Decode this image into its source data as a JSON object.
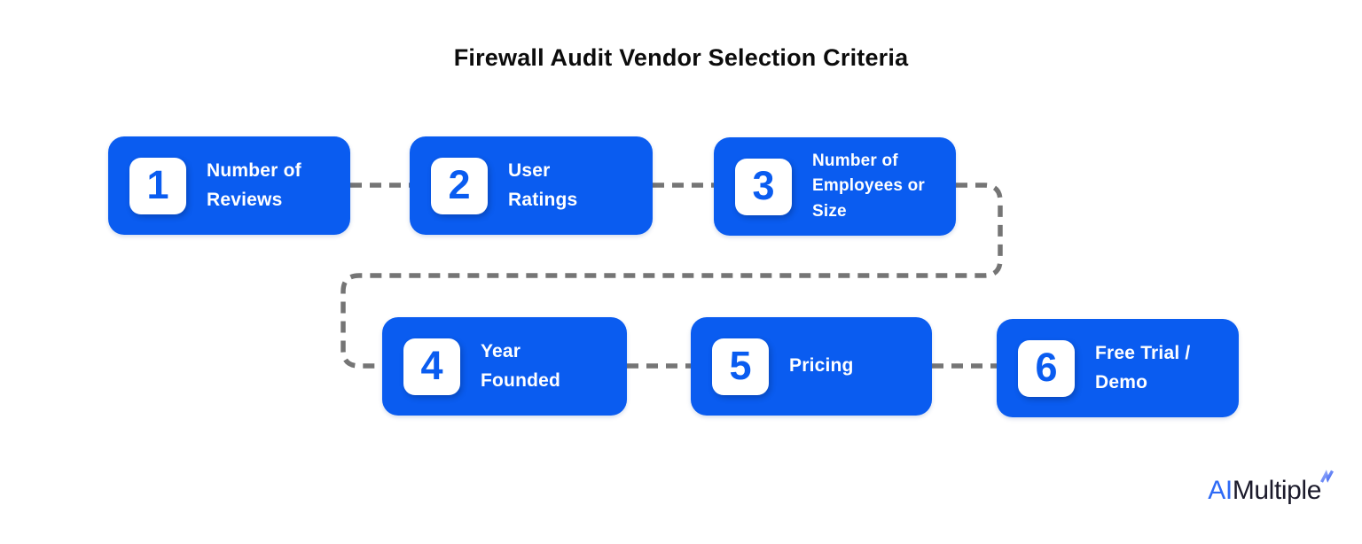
{
  "title": "Firewall Audit Vendor Selection Criteria",
  "steps": [
    {
      "number": "1",
      "label": "Number of\nReviews"
    },
    {
      "number": "2",
      "label": "User\nRatings"
    },
    {
      "number": "3",
      "label": "Number of\nEmployees or\nSize"
    },
    {
      "number": "4",
      "label": "Year\nFounded"
    },
    {
      "number": "5",
      "label": "Pricing"
    },
    {
      "number": "6",
      "label": "Free Trial /\nDemo"
    }
  ],
  "connectors": {
    "style": "dashed",
    "color": "#757575",
    "links": [
      "step-1-to-step-2",
      "step-2-to-step-3",
      "step-3-to-step-4-wrap-around",
      "step-4-to-step-5",
      "step-5-to-step-6"
    ]
  },
  "logo": {
    "prefix": "AI",
    "suffix": "Multiple",
    "spark_icon": "blue-zigzag-spark"
  },
  "colors": {
    "box_blue": "#0a5cf0",
    "badge_white": "#ffffff",
    "number_blue": "#0a5cf0",
    "connector_gray": "#757575",
    "title_black": "#0c0c0c",
    "logo_ai_blue": "#2e6af6",
    "logo_multiple_dark": "#1b1a2b"
  }
}
